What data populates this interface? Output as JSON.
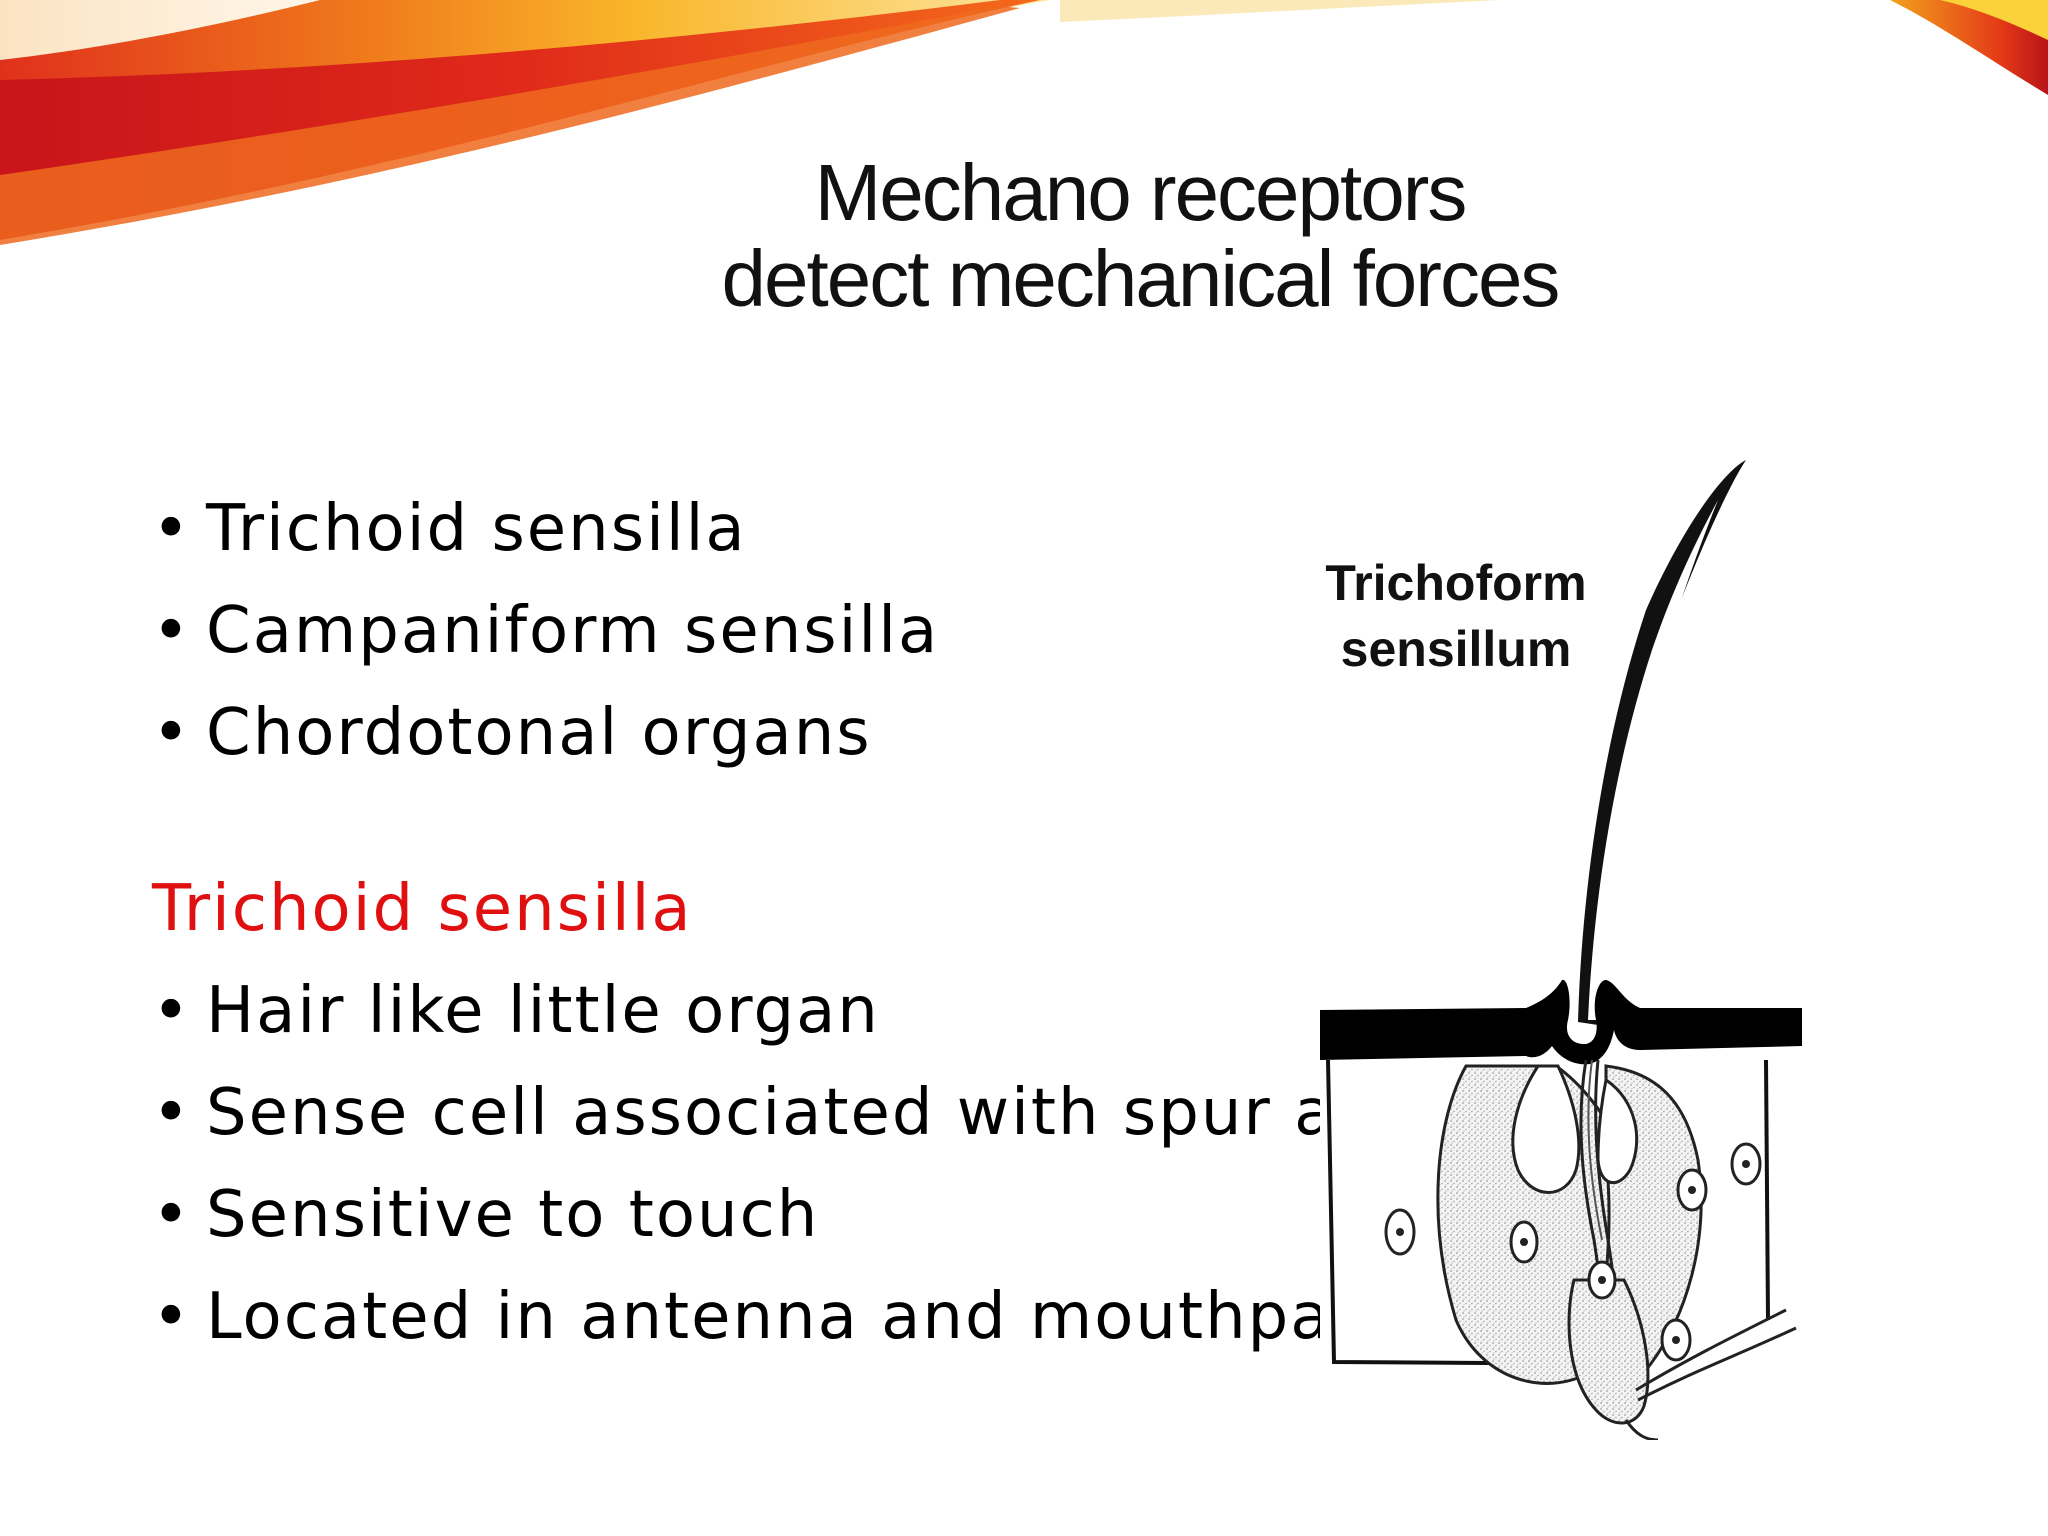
{
  "title": {
    "line1": "Mechano receptors",
    "line2": "detect mechanical forces"
  },
  "list_a": [
    "Trichoid sensilla",
    "Campaniform sensilla",
    "Chordotonal organs"
  ],
  "subheading": "Trichoid sensilla",
  "list_b": [
    "Hair like little organ",
    "Sense cell associated with spur and",
    "Sensitive to touch",
    "Located in antenna and mouthparts"
  ],
  "figure": {
    "label_line1": "Trichoform",
    "label_line2": "sensillum"
  },
  "colors": {
    "subheading": "#e01010",
    "swoosh_red": "#d81e1e",
    "swoosh_orange": "#f5901e",
    "swoosh_yellow": "#fbd23a"
  }
}
